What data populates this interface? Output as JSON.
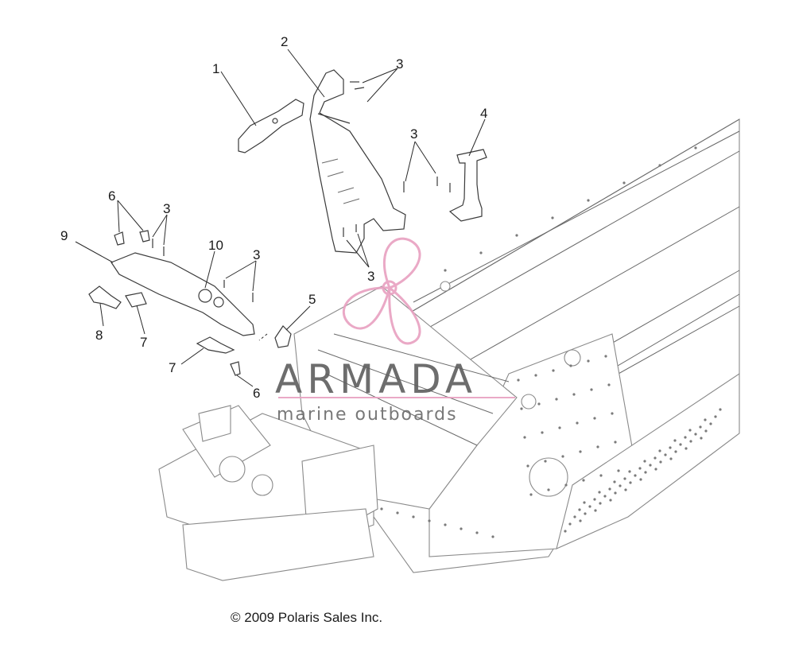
{
  "diagram": {
    "callouts": [
      {
        "id": "c1",
        "label": "1"
      },
      {
        "id": "c2",
        "label": "2"
      },
      {
        "id": "c3a",
        "label": "3"
      },
      {
        "id": "c3b",
        "label": "3"
      },
      {
        "id": "c3c",
        "label": "3"
      },
      {
        "id": "c3d",
        "label": "3"
      },
      {
        "id": "c3e",
        "label": "3"
      },
      {
        "id": "c4",
        "label": "4"
      },
      {
        "id": "c5",
        "label": "5"
      },
      {
        "id": "c6a",
        "label": "6"
      },
      {
        "id": "c6b",
        "label": "6"
      },
      {
        "id": "c7a",
        "label": "7"
      },
      {
        "id": "c7b",
        "label": "7"
      },
      {
        "id": "c8",
        "label": "8"
      },
      {
        "id": "c9",
        "label": "9"
      },
      {
        "id": "c10",
        "label": "10"
      }
    ],
    "copyright": "© 2009 Polaris Sales Inc."
  },
  "watermark": {
    "brand": "ARMADA",
    "tagline": "marine outboards",
    "accent_color": "#e8a0c0"
  }
}
